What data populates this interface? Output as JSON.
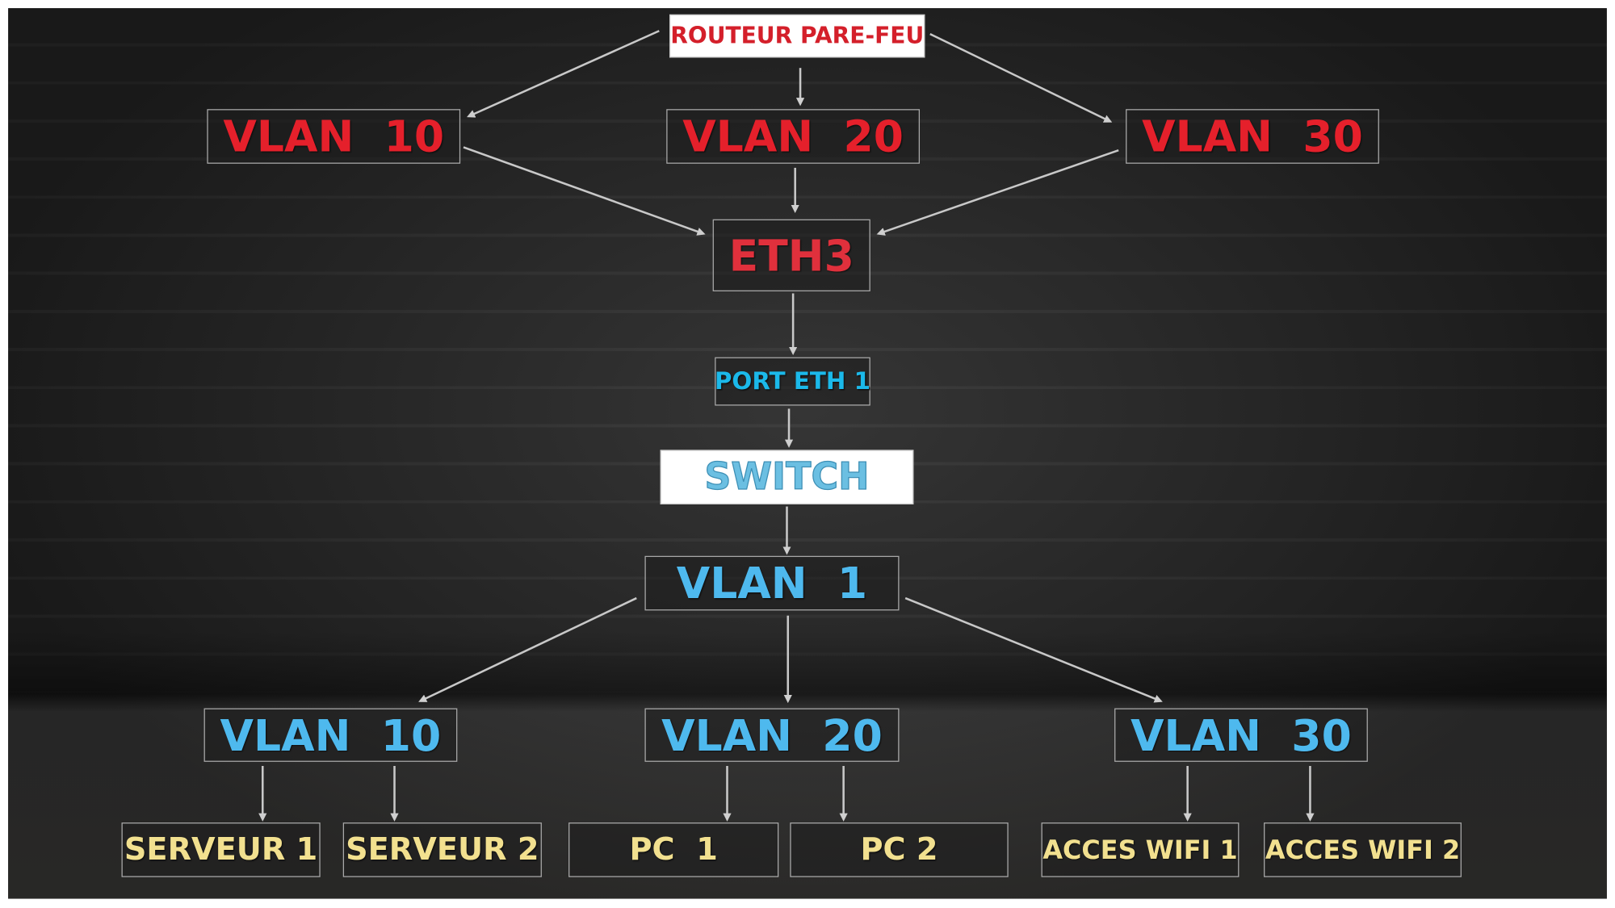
{
  "router": {
    "label": "ROUTEUR PARE-FEU"
  },
  "router_vlans": [
    {
      "label": "VLAN  10"
    },
    {
      "label": "VLAN  20"
    },
    {
      "label": "VLAN  30"
    }
  ],
  "eth3": {
    "label": "ETH3"
  },
  "port": {
    "label": "PORT ETH 1"
  },
  "switch": {
    "label": "SWITCH"
  },
  "vlan1": {
    "label": "VLAN  1"
  },
  "switch_vlans": [
    {
      "label": "VLAN  10"
    },
    {
      "label": "VLAN  20"
    },
    {
      "label": "VLAN  30"
    }
  ],
  "devices": [
    {
      "label": "SERVEUR 1"
    },
    {
      "label": "SERVEUR 2"
    },
    {
      "label": "PC  1"
    },
    {
      "label": "PC 2"
    },
    {
      "label": "ACCES WIFI 1"
    },
    {
      "label": "ACCES WIFI 2"
    }
  ],
  "colors": {
    "router_side": "#e5202b",
    "switch_side": "#4eb9ee",
    "devices": "#f2e08f",
    "port": "#1bb9ea",
    "arrows": "#c8c8c8"
  }
}
